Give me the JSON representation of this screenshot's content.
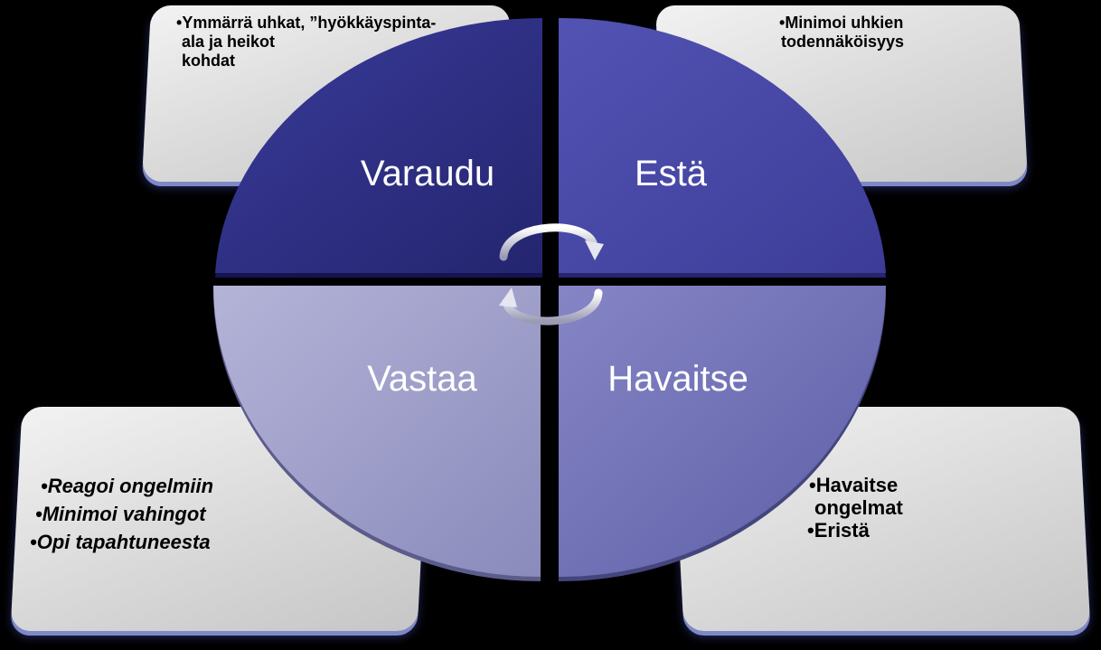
{
  "quadrants": {
    "top_left": {
      "label": "Varaudu",
      "bullets": [
        "Ymmärrä uhkat, ”hyökkäyspinta-",
        "ala ja heikot",
        "kohdat"
      ]
    },
    "top_right": {
      "label": "Estä",
      "bullets": [
        "Minimoi uhkien",
        "todennäköisyys"
      ]
    },
    "bottom_left": {
      "label": "Vastaa",
      "bullets": [
        "Reagoi ongelmiin",
        "Minimoi vahingot",
        "Opi tapahtuneesta"
      ]
    },
    "bottom_right": {
      "label": "Havaitse",
      "bullets": [
        "Havaitse",
        "ongelmat",
        "Eristä"
      ]
    }
  },
  "colors": {
    "top_left": "#2e2f86",
    "top_right": "#4a4aa8",
    "bottom_left": "#9c9cc6",
    "bottom_right": "#7272b6",
    "background": "#000000"
  },
  "icons": [
    "cycle-arrow-icon"
  ]
}
